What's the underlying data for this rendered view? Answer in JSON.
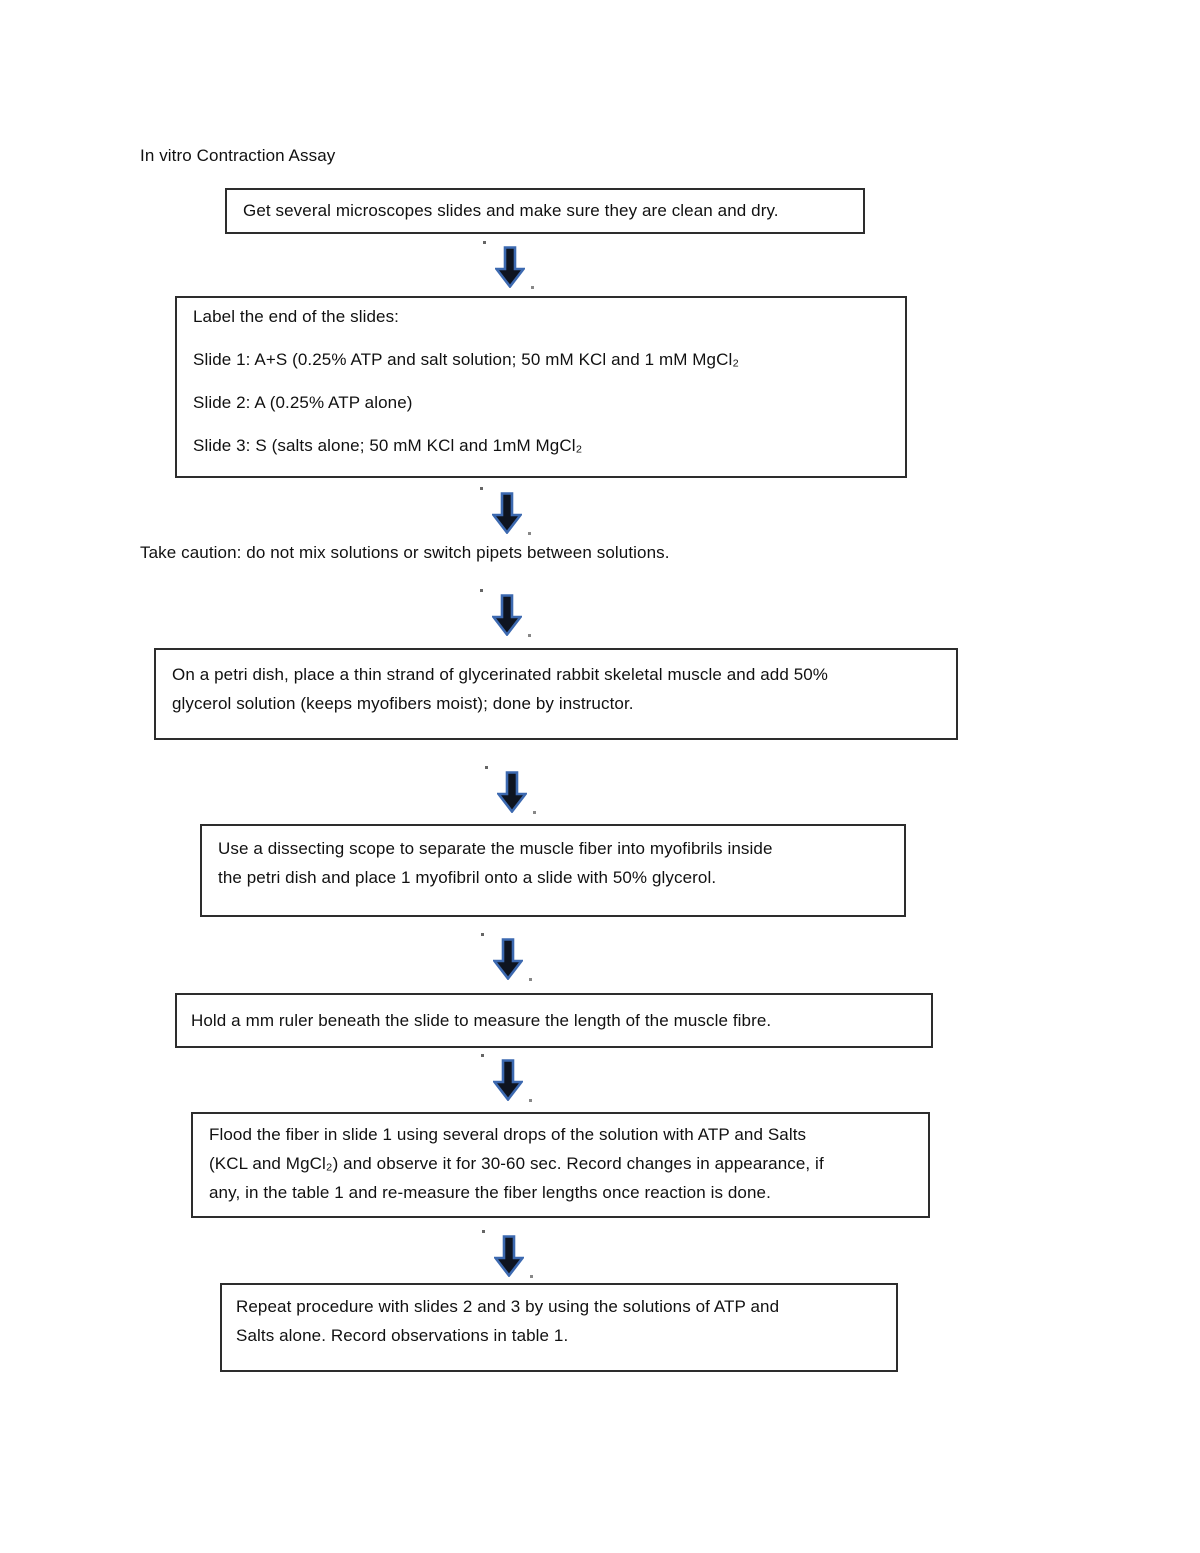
{
  "colors": {
    "arrow_fill": "#0e1420",
    "arrow_stroke": "#3c69b0",
    "box_border": "#2d2d2d",
    "text": "#111111",
    "page_bg": "#ffffff"
  },
  "title": "In vitro Contraction Assay",
  "caution_note": "Take caution: do not mix solutions or switch pipets between solutions.",
  "steps": [
    {
      "name": "get-slides",
      "lines": [
        "Get several microscopes slides and make sure they are clean and dry."
      ]
    },
    {
      "name": "label-slides",
      "lines": [
        "Label the end of the slides:",
        "Slide 1: A+S (0.25% ATP and salt solution; 50 mM KCl and 1 mM MgCl₂",
        "Slide 2: A (0.25% ATP alone)",
        "Slide 3: S (salts alone; 50 mM KCl and 1mM MgCl₂"
      ]
    },
    {
      "name": "petri-dish",
      "lines": [
        "On a petri dish, place a thin strand of glycerinated rabbit skeletal muscle and add 50%",
        "glycerol solution (keeps myofibers moist); done by instructor."
      ]
    },
    {
      "name": "dissecting-scope",
      "lines": [
        "Use a dissecting scope to separate the muscle fiber into myofibrils inside",
        "the petri dish and place 1 myofibril onto a slide with 50% glycerol."
      ]
    },
    {
      "name": "measure-length",
      "lines": [
        "Hold a mm ruler beneath the slide to measure the length of the muscle fibre."
      ]
    },
    {
      "name": "flood-fiber",
      "lines": [
        "Flood the fiber in slide 1 using several drops of the solution with ATP and Salts",
        "(KCL and MgCl₂) and observe it for 30-60 sec. Record changes in appearance, if",
        "any, in the table 1 and re-measure the fiber lengths once reaction is done."
      ]
    },
    {
      "name": "repeat-procedure",
      "lines": [
        "Repeat procedure with slides 2 and 3 by using the solutions of ATP and",
        "Salts alone. Record observations in table 1."
      ]
    }
  ]
}
